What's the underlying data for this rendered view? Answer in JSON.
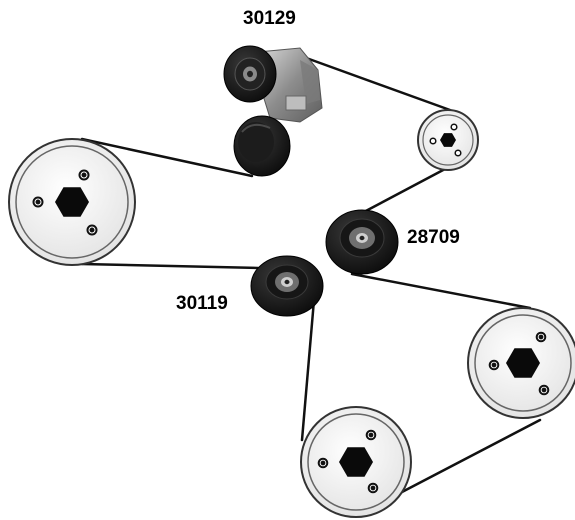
{
  "diagram": {
    "labels": {
      "tensioner_part": "30129",
      "upper_idler_part": "28709",
      "lower_idler_part": "30119"
    },
    "colors": {
      "belt": "#111111",
      "pulley_face": "#f2f2f2",
      "pulley_rim": "#444444",
      "hub_hexagon": "#0a0a0a",
      "idler_body": "#1a1a1a",
      "tensioner_body": "#9a9a9a"
    }
  }
}
